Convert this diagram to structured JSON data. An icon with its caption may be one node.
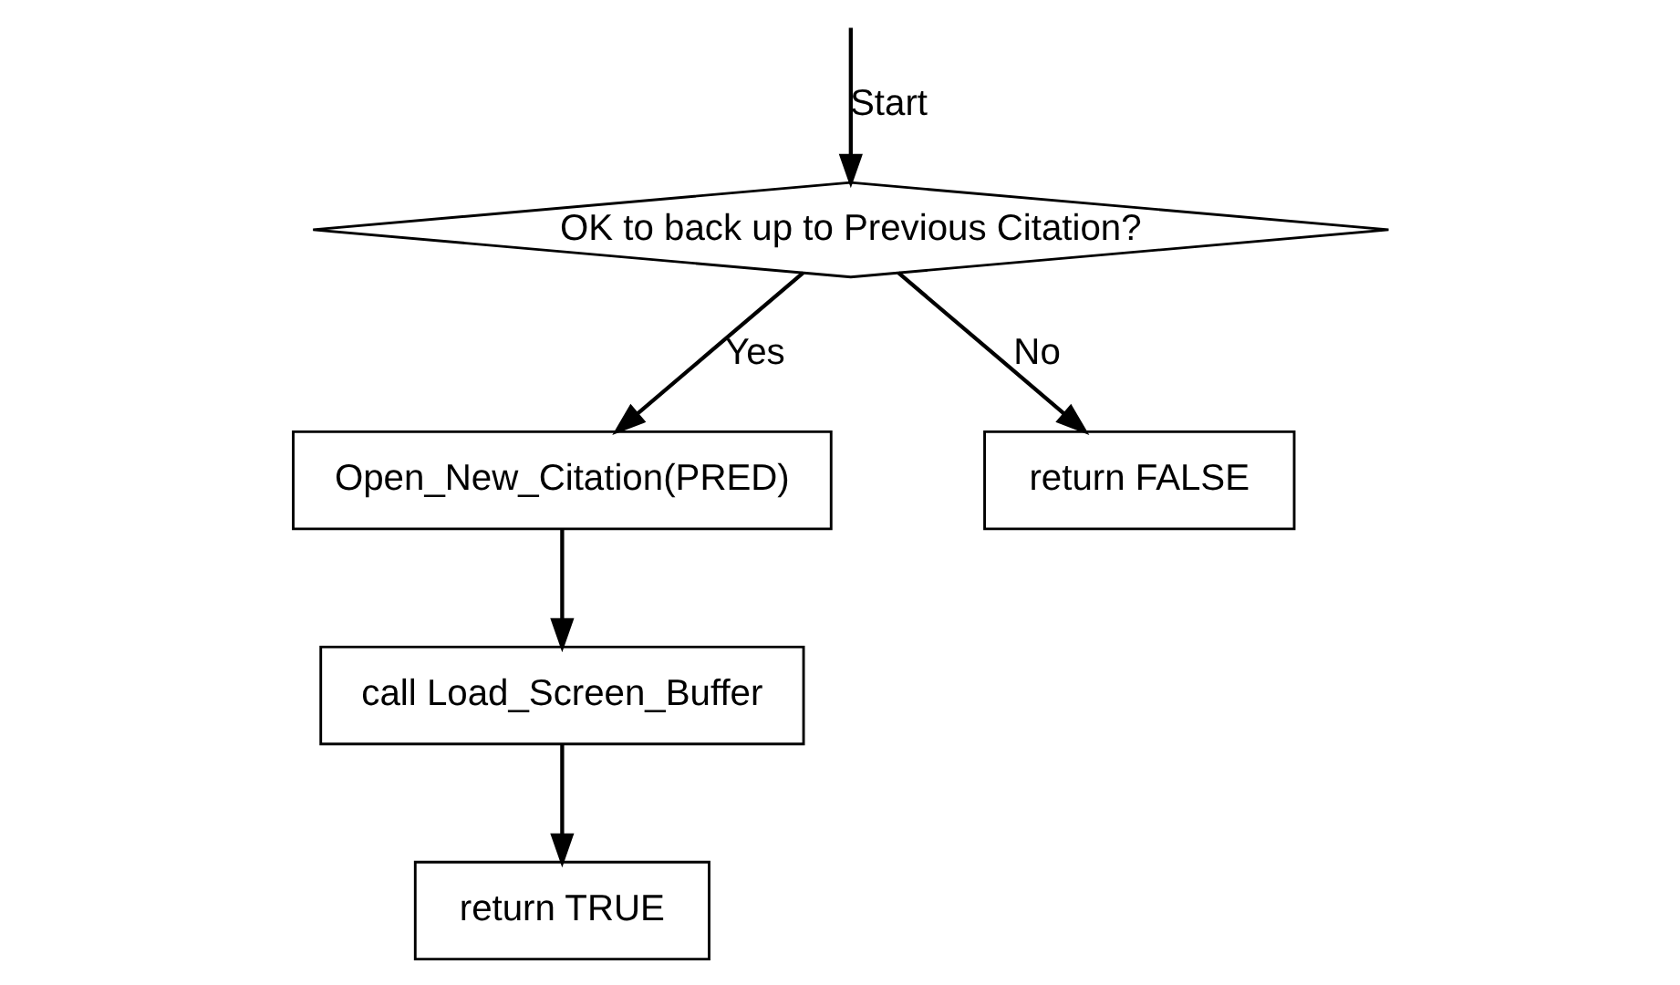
{
  "diagram": {
    "nodes": [
      {
        "text": [
          "OK to back up to Previous Citation?"
        ]
      },
      {
        "text": [
          "Open_New_Citation(PRED)"
        ]
      },
      {
        "text": [
          "call Load_Screen_Buffer"
        ]
      },
      {
        "text": [
          "return TRUE"
        ]
      },
      {
        "text": [
          "return FALSE"
        ]
      }
    ],
    "edges": [
      {
        "from": null,
        "to": 0,
        "arrow": "to",
        "label": "Start"
      },
      {
        "from": 0,
        "to": 1,
        "arrow": "to",
        "label": "Yes"
      },
      {
        "from": 1,
        "to": 2,
        "arrow": "to"
      },
      {
        "from": 2,
        "to": 3,
        "arrow": "to"
      },
      {
        "from": 0,
        "to": 4,
        "arrow": "to",
        "label": "No"
      }
    ]
  }
}
